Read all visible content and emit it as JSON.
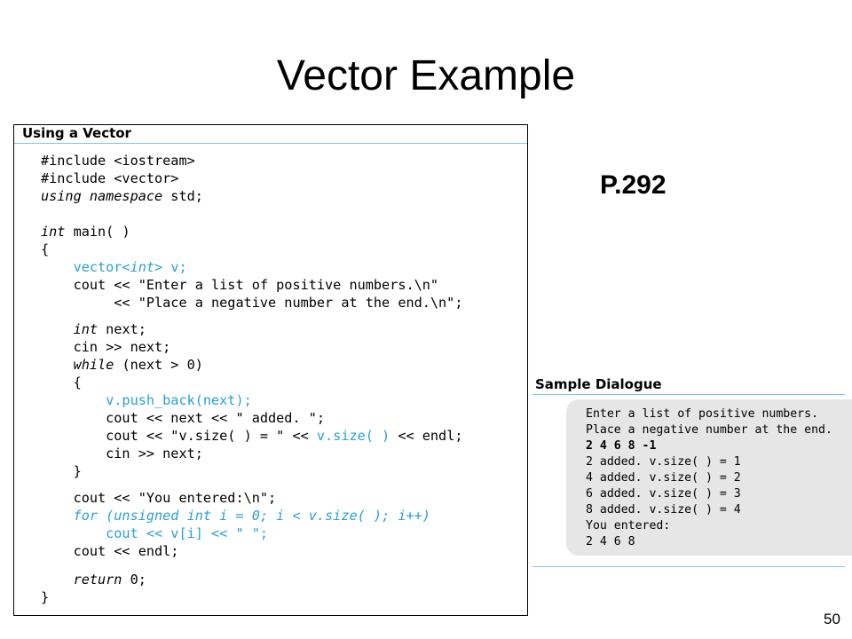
{
  "slide": {
    "title": "Vector Example",
    "page_ref": "P.292",
    "slide_number": "50"
  },
  "code_panel": {
    "header": "Using a Vector",
    "lines": [
      {
        "segments": [
          {
            "text": "#include <iostream>",
            "style": "normal"
          }
        ]
      },
      {
        "segments": [
          {
            "text": "#include <vector>",
            "style": "normal"
          }
        ]
      },
      {
        "segments": [
          {
            "text": "using namespace",
            "style": "kw"
          },
          {
            "text": " std;",
            "style": "normal"
          }
        ]
      },
      {
        "segments": [
          {
            "text": "int",
            "style": "kw"
          },
          {
            "text": " main( )",
            "style": "normal"
          }
        ]
      },
      {
        "segments": [
          {
            "text": "{",
            "style": "normal"
          }
        ]
      },
      {
        "segments": [
          {
            "text": "    vector<",
            "style": "hl"
          },
          {
            "text": "int",
            "style": "hl-kw"
          },
          {
            "text": "> v;",
            "style": "hl"
          }
        ]
      },
      {
        "segments": [
          {
            "text": "    cout << \"Enter a list of positive numbers.\\n\"",
            "style": "normal"
          }
        ]
      },
      {
        "segments": [
          {
            "text": "         << \"Place a negative number at the end.\\n\";",
            "style": "normal"
          }
        ]
      },
      {
        "segments": [
          {
            "text": "    ",
            "style": "normal"
          },
          {
            "text": "int",
            "style": "kw"
          },
          {
            "text": " next;",
            "style": "normal"
          }
        ]
      },
      {
        "segments": [
          {
            "text": "    cin >> next;",
            "style": "normal"
          }
        ]
      },
      {
        "segments": [
          {
            "text": "    ",
            "style": "normal"
          },
          {
            "text": "while",
            "style": "kw"
          },
          {
            "text": " (next > 0)",
            "style": "normal"
          }
        ]
      },
      {
        "segments": [
          {
            "text": "    {",
            "style": "normal"
          }
        ]
      },
      {
        "segments": [
          {
            "text": "        v.push_back(next);",
            "style": "hl"
          }
        ]
      },
      {
        "segments": [
          {
            "text": "        cout << next << \" added. \";",
            "style": "normal"
          }
        ]
      },
      {
        "segments": [
          {
            "text": "        cout << \"v.size( ) = \" << ",
            "style": "normal"
          },
          {
            "text": "v.size( )",
            "style": "hl"
          },
          {
            "text": " << endl;",
            "style": "normal"
          }
        ]
      },
      {
        "segments": [
          {
            "text": "        cin >> next;",
            "style": "normal"
          }
        ]
      },
      {
        "segments": [
          {
            "text": "    }",
            "style": "normal"
          }
        ]
      },
      {
        "segments": [
          {
            "text": "    cout << \"You entered:\\n\";",
            "style": "normal"
          }
        ]
      },
      {
        "segments": [
          {
            "text": "    for (unsigned int i = 0; i < v.size( ); i++)",
            "style": "hl-kw"
          }
        ]
      },
      {
        "segments": [
          {
            "text": "        cout << v[i] << \" \";",
            "style": "hl"
          }
        ]
      },
      {
        "segments": [
          {
            "text": "    cout << endl;",
            "style": "normal"
          }
        ]
      },
      {
        "segments": [
          {
            "text": "    ",
            "style": "normal"
          },
          {
            "text": "return",
            "style": "kw"
          },
          {
            "text": " 0;",
            "style": "normal"
          }
        ]
      },
      {
        "segments": [
          {
            "text": "}",
            "style": "normal"
          }
        ]
      }
    ]
  },
  "dialogue_panel": {
    "header": "Sample Dialogue",
    "lines": [
      {
        "text": "Enter a list of positive numbers.",
        "bold": false
      },
      {
        "text": "Place a negative number at the end.",
        "bold": false
      },
      {
        "text": "2 4 6 8 -1",
        "bold": true
      },
      {
        "text": "2 added. v.size( ) = 1",
        "bold": false
      },
      {
        "text": "4 added. v.size( ) = 2",
        "bold": false
      },
      {
        "text": "6 added. v.size( ) = 3",
        "bold": false
      },
      {
        "text": "8 added. v.size( ) = 4",
        "bold": false
      },
      {
        "text": "You entered:",
        "bold": false
      },
      {
        "text": "2 4 6 8",
        "bold": false
      }
    ]
  },
  "colors": {
    "highlight": "#2a9fd6",
    "rule": "#7fc7e0",
    "dialogue_bg": "#e6e6e6"
  }
}
